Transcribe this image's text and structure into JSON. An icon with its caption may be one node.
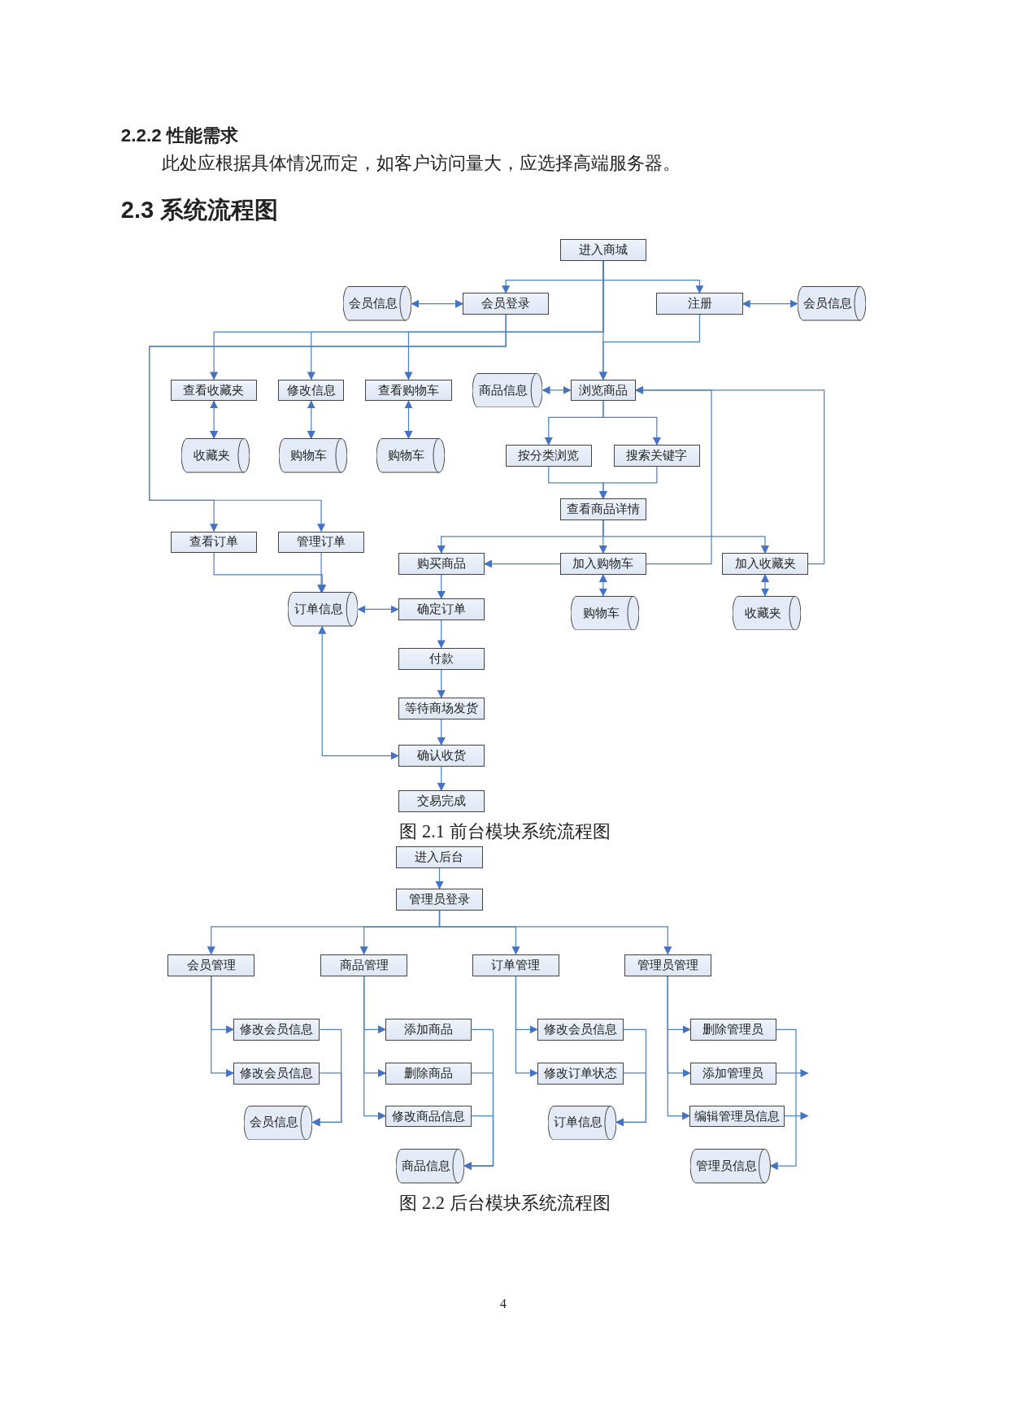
{
  "diagram": {
    "nodes": [
      {
        "text": [
          "进入商城"
        ]
      },
      {
        "text": [
          "会员信息"
        ]
      },
      {
        "text": [
          "会员登录"
        ]
      },
      {
        "text": [
          "注册"
        ]
      },
      {
        "text": [
          "会员信息"
        ]
      },
      {
        "text": [
          "查看收藏夹"
        ]
      },
      {
        "text": [
          "修改信息"
        ]
      },
      {
        "text": [
          "查看购物车"
        ]
      },
      {
        "text": [
          "商品信息"
        ]
      },
      {
        "text": [
          "浏览商品"
        ]
      },
      {
        "text": [
          "收藏夹"
        ]
      },
      {
        "text": [
          "购物车"
        ]
      },
      {
        "text": [
          "购物车"
        ]
      },
      {
        "text": [
          "按分类浏览"
        ]
      },
      {
        "text": [
          "搜索关键字"
        ]
      },
      {
        "text": [
          "查看商品详情"
        ]
      },
      {
        "text": [
          "查看订单"
        ]
      },
      {
        "text": [
          "管理订单"
        ]
      },
      {
        "text": [
          "购买商品"
        ]
      },
      {
        "text": [
          "加入购物车"
        ]
      },
      {
        "text": [
          "加入收藏夹"
        ]
      },
      {
        "text": [
          "订单信息"
        ]
      },
      {
        "text": [
          "确定订单"
        ]
      },
      {
        "text": [
          "购物车"
        ]
      },
      {
        "text": [
          "收藏夹"
        ]
      },
      {
        "text": [
          "付款"
        ]
      },
      {
        "text": [
          "等待商场发货"
        ]
      },
      {
        "text": [
          "确认收货"
        ]
      },
      {
        "text": [
          "交易完成"
        ]
      },
      {
        "text": [
          "进入后台"
        ]
      },
      {
        "text": [
          "管理员登录"
        ]
      },
      {
        "text": [
          "会员管理"
        ]
      },
      {
        "text": [
          "商品管理"
        ]
      },
      {
        "text": [
          "订单管理"
        ]
      },
      {
        "text": [
          "管理员管理"
        ]
      },
      {
        "text": [
          "修改会员信息"
        ]
      },
      {
        "text": [
          "修改会员信息"
        ]
      },
      {
        "text": [
          "会员信息"
        ]
      },
      {
        "text": [
          "添加商品"
        ]
      },
      {
        "text": [
          "删除商品"
        ]
      },
      {
        "text": [
          "修改商品信息"
        ]
      },
      {
        "text": [
          "商品信息"
        ]
      },
      {
        "text": [
          "修改会员信息"
        ]
      },
      {
        "text": [
          "修改订单状态"
        ]
      },
      {
        "text": [
          "订单信息"
        ]
      },
      {
        "text": [
          "删除管理员"
        ]
      },
      {
        "text": [
          "添加管理员"
        ]
      },
      {
        "text": [
          "编辑管理员信息"
        ]
      },
      {
        "text": [
          "管理员信息"
        ]
      }
    ],
    "edges": [
      {
        "from": 0,
        "to": 2,
        "arrow": "to"
      },
      {
        "from": 0,
        "to": 3,
        "arrow": "to"
      },
      {
        "from": 0,
        "to": 9,
        "arrow": "to"
      },
      {
        "from": 3,
        "to": 9,
        "arrow": "to"
      },
      {
        "from": 1,
        "to": 2,
        "arrow": "both"
      },
      {
        "from": 3,
        "to": 4,
        "arrow": "both"
      },
      {
        "from": 0,
        "to": 5,
        "arrow": "to"
      },
      {
        "from": 0,
        "to": 6,
        "arrow": "to"
      },
      {
        "from": 0,
        "to": 7,
        "arrow": "to"
      },
      {
        "from": 2,
        "to": 16,
        "arrow": "to"
      },
      {
        "from": 2,
        "to": 17,
        "arrow": "to"
      },
      {
        "from": 5,
        "to": 10,
        "arrow": "both"
      },
      {
        "from": 6,
        "to": 11,
        "arrow": "both"
      },
      {
        "from": 7,
        "to": 12,
        "arrow": "both"
      },
      {
        "from": 8,
        "to": 9,
        "arrow": "both"
      },
      {
        "from": 9,
        "to": 13,
        "arrow": "to"
      },
      {
        "from": 9,
        "to": 14,
        "arrow": "to"
      },
      {
        "from": 13,
        "to": 15,
        "arrow": "to"
      },
      {
        "from": 14,
        "to": 15,
        "arrow": "to"
      },
      {
        "from": 15,
        "to": 18,
        "arrow": "to"
      },
      {
        "from": 15,
        "to": 19,
        "arrow": "to"
      },
      {
        "from": 15,
        "to": 20,
        "arrow": "to"
      },
      {
        "from": 19,
        "to": 18,
        "arrow": "to"
      },
      {
        "from": 19,
        "to": 9,
        "arrow": "to"
      },
      {
        "from": 20,
        "to": 9,
        "arrow": "to"
      },
      {
        "from": 19,
        "to": 23,
        "arrow": "both"
      },
      {
        "from": 20,
        "to": 24,
        "arrow": "both"
      },
      {
        "from": 16,
        "to": 21,
        "arrow": "to"
      },
      {
        "from": 17,
        "to": 21,
        "arrow": "to"
      },
      {
        "from": 21,
        "to": 22,
        "arrow": "both"
      },
      {
        "from": 18,
        "to": 22,
        "arrow": "to"
      },
      {
        "from": 22,
        "to": 25,
        "arrow": "to"
      },
      {
        "from": 25,
        "to": 26,
        "arrow": "to"
      },
      {
        "from": 26,
        "to": 27,
        "arrow": "to"
      },
      {
        "from": 27,
        "to": 28,
        "arrow": "to"
      },
      {
        "from": 21,
        "to": 27,
        "arrow": "both"
      },
      {
        "from": 29,
        "to": 30,
        "arrow": "to"
      },
      {
        "from": 30,
        "to": 31,
        "arrow": "to"
      },
      {
        "from": 30,
        "to": 32,
        "arrow": "to"
      },
      {
        "from": 30,
        "to": 33,
        "arrow": "to"
      },
      {
        "from": 30,
        "to": 34,
        "arrow": "to"
      },
      {
        "from": 31,
        "to": 35,
        "arrow": "to"
      },
      {
        "from": 31,
        "to": 36,
        "arrow": "to"
      },
      {
        "from": 35,
        "to": 37,
        "arrow": "to"
      },
      {
        "from": 36,
        "to": 37,
        "arrow": "to"
      },
      {
        "from": 32,
        "to": 38,
        "arrow": "to"
      },
      {
        "from": 32,
        "to": 39,
        "arrow": "to"
      },
      {
        "from": 32,
        "to": 40,
        "arrow": "to"
      },
      {
        "from": 38,
        "to": 41,
        "arrow": "to"
      },
      {
        "from": 39,
        "to": 41,
        "arrow": "to"
      },
      {
        "from": 40,
        "to": 41,
        "arrow": "to"
      },
      {
        "from": 33,
        "to": 42,
        "arrow": "to"
      },
      {
        "from": 33,
        "to": 43,
        "arrow": "to"
      },
      {
        "from": 42,
        "to": 44,
        "arrow": "to"
      },
      {
        "from": 43,
        "to": 44,
        "arrow": "to"
      },
      {
        "from": 34,
        "to": 45,
        "arrow": "to"
      },
      {
        "from": 34,
        "to": 46,
        "arrow": "to"
      },
      {
        "from": 34,
        "to": 47,
        "arrow": "to"
      },
      {
        "from": 45,
        "to": 48,
        "arrow": "to"
      },
      {
        "from": 46,
        "to": null,
        "arrow": "to"
      },
      {
        "from": 47,
        "to": null,
        "arrow": "to"
      }
    ],
    "labels": [
      "2.2.2 性能需求",
      "此处应根据具体情况而定，如客户访问量大，应选择高端服务器。",
      "2.3 系统流程图",
      "图 2.1 前台模块系统流程图",
      "图 2.2 后台模块系统流程图",
      "4"
    ]
  }
}
